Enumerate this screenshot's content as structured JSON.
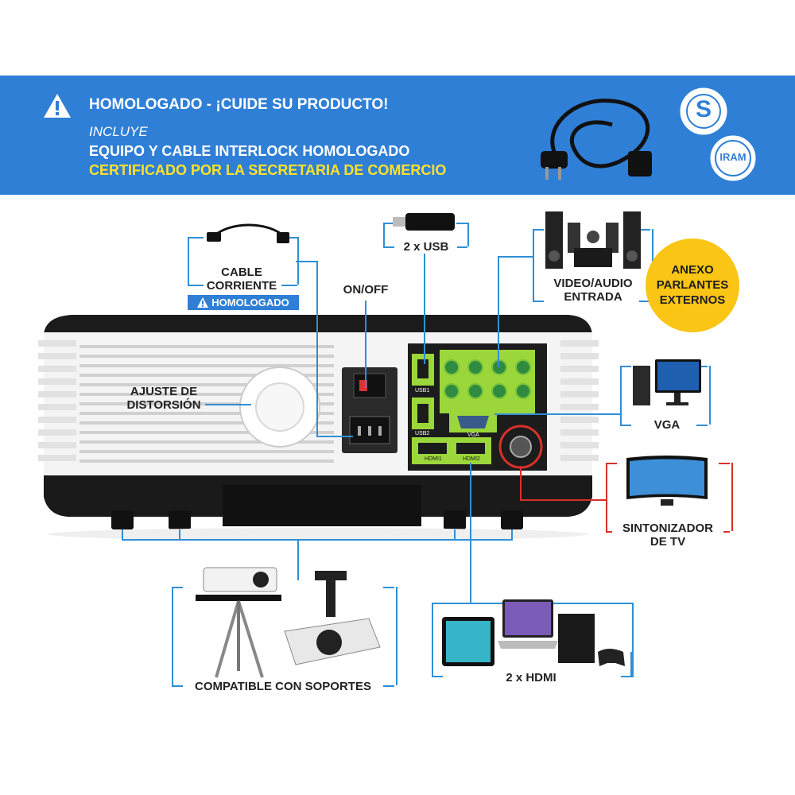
{
  "banner": {
    "title": "HOMOLOGADO - ¡CUIDE SU PRODUCTO!",
    "subtitle": "INCLUYE",
    "line_equipment": "EQUIPO Y CABLE INTERLOCK HOMOLOGADO",
    "line_certified": "CERTIFICADO POR LA SECRETARIA DE COMERCIO",
    "seal_iram": "IRAM",
    "seal_s": "S"
  },
  "labels": {
    "cable_line1": "CABLE",
    "cable_line2": "CORRIENTE",
    "homologado_badge": "HOMOLOGADO",
    "on_off": "ON/OFF",
    "usb": "2 x USB",
    "video_audio_line1": "VIDEO/AUDIO",
    "video_audio_line2": "ENTRADA",
    "anexo_line1": "ANEXO",
    "anexo_line2": "PARLANTES",
    "anexo_line3": "EXTERNOS",
    "ajuste_line1": "AJUSTE DE",
    "ajuste_line2": "DISTORSIÓN",
    "vga": "VGA",
    "sintonizador_line1": "SINTONIZADOR",
    "sintonizador_line2": "DE TV",
    "soportes": "COMPATIBLE CON SOPORTES",
    "hdmi": "2 x HDMI"
  },
  "panel_labels": {
    "usb1": "USB1",
    "usb2": "USB2",
    "hdmi1": "HDMI1",
    "hdmi2": "HDMI2",
    "vga": "VGA"
  },
  "colors": {
    "banner_blue": "#2f7fd6",
    "callout_blue": "#2f8fd6",
    "tuner_red": "#d9302a",
    "certified_yellow": "#ffe22a",
    "anexo_yellow": "#fbc515",
    "panel_green": "#9bd63a"
  },
  "icons": [
    "warning-icon",
    "power-cable-icon",
    "usb-stick-icon",
    "speakers-icon",
    "pc-monitor-icon",
    "curved-tv-icon",
    "projector-tripod-icon",
    "ceiling-projector-icon",
    "tablet-icon",
    "laptop-icon",
    "console-icon"
  ]
}
